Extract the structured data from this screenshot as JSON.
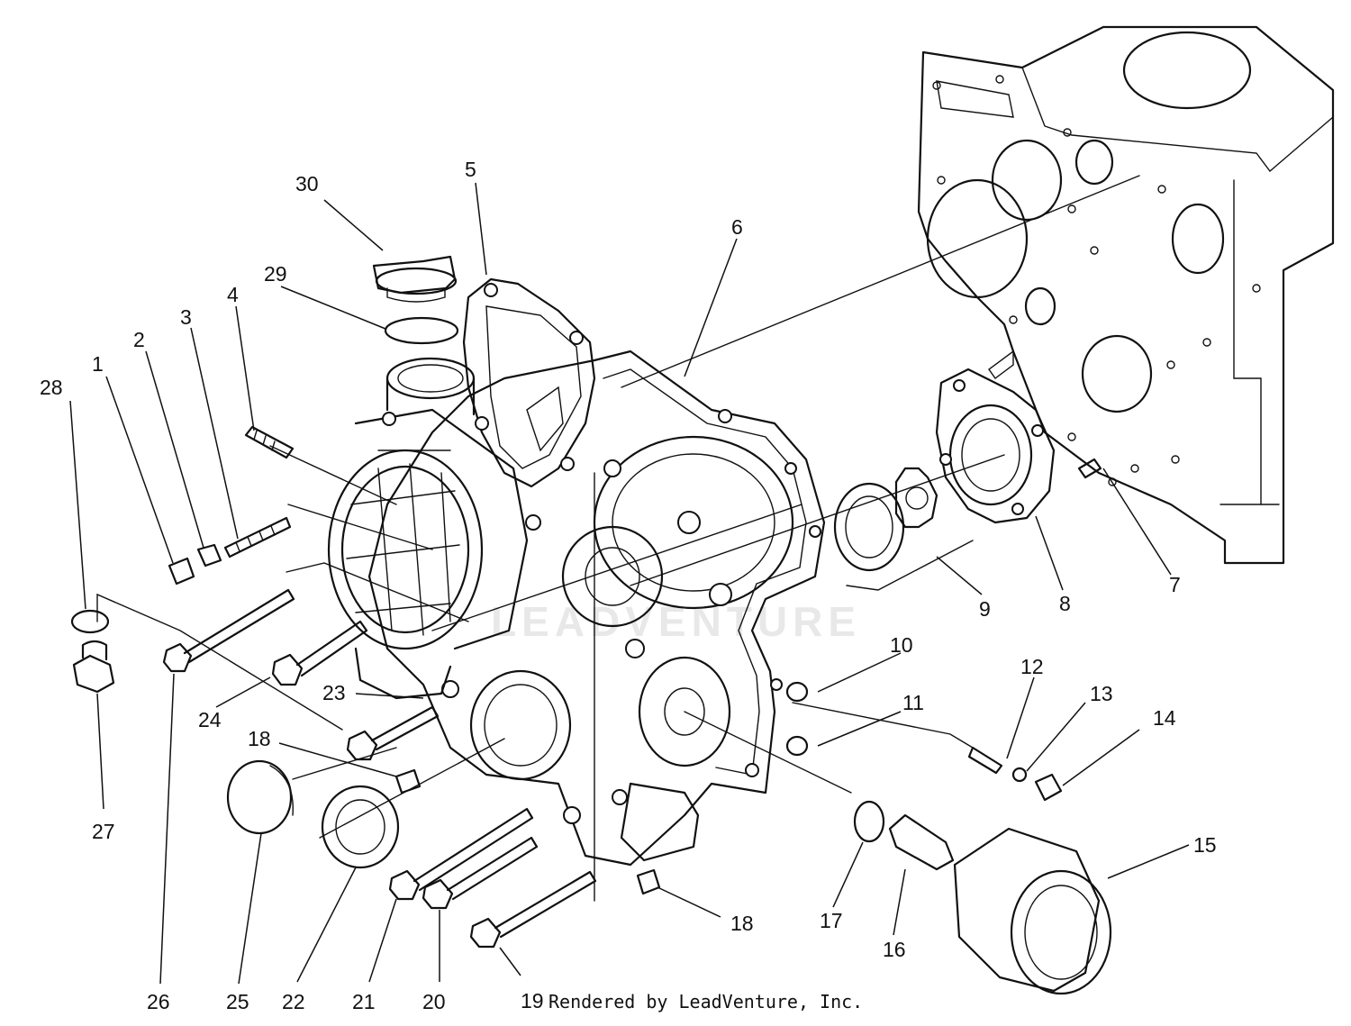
{
  "diagram": {
    "callouts": [
      "1",
      "2",
      "3",
      "4",
      "5",
      "6",
      "7",
      "8",
      "9",
      "10",
      "11",
      "12",
      "13",
      "14",
      "15",
      "16",
      "17",
      "18",
      "18",
      "19",
      "20",
      "21",
      "22",
      "23",
      "24",
      "25",
      "26",
      "27",
      "28",
      "29",
      "30"
    ],
    "watermark": "LEADVENTURE",
    "credit": "Rendered by LeadVenture, Inc."
  }
}
